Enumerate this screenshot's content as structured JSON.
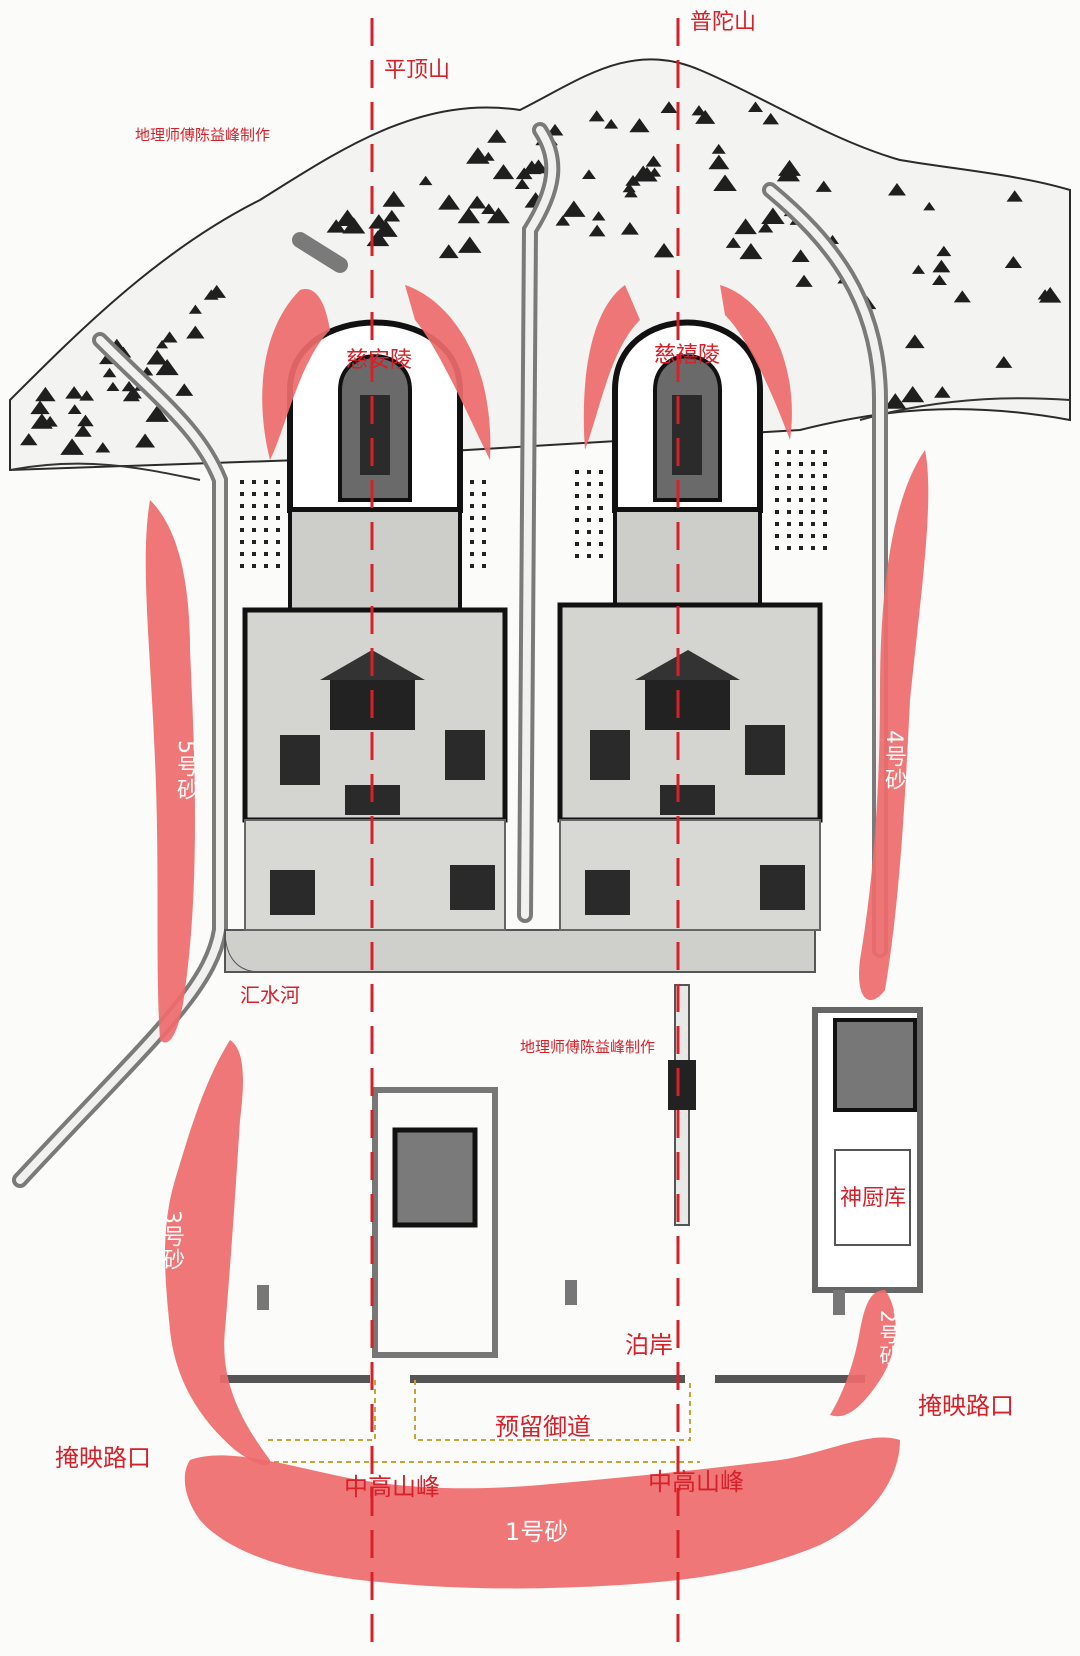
{
  "labels": {
    "pingding_shan": "平顶山",
    "putuo_shan": "普陀山",
    "credit_top": "地理师傅陈益峰制作",
    "credit_mid": "地理师傅陈益峰制作",
    "cian_ling": "慈安陵",
    "cixi_ling": "慈禧陵",
    "sha_5": "5号砂",
    "sha_4": "4号砂",
    "sha_3": "3号砂",
    "sha_2": "2号砂",
    "sha_1": "1号砂",
    "huishui_he": "汇水河",
    "shenchu_ku": "神厨库",
    "bo_an": "泊岸",
    "yuliu_yudao": "预留御道",
    "yanying_lukou_left": "掩映路口",
    "yanying_lukou_right": "掩映路口",
    "zhonggao_left": "中高山峰",
    "zhonggao_right": "中高山峰"
  },
  "colors": {
    "sand_fill": "#ef6b6b",
    "axis_line": "#d6202a",
    "ink": "#1d1d1d",
    "wall_gray": "#8a8a8a",
    "courtyard": "#d9d9d6",
    "paper": "#fbfbfa"
  }
}
